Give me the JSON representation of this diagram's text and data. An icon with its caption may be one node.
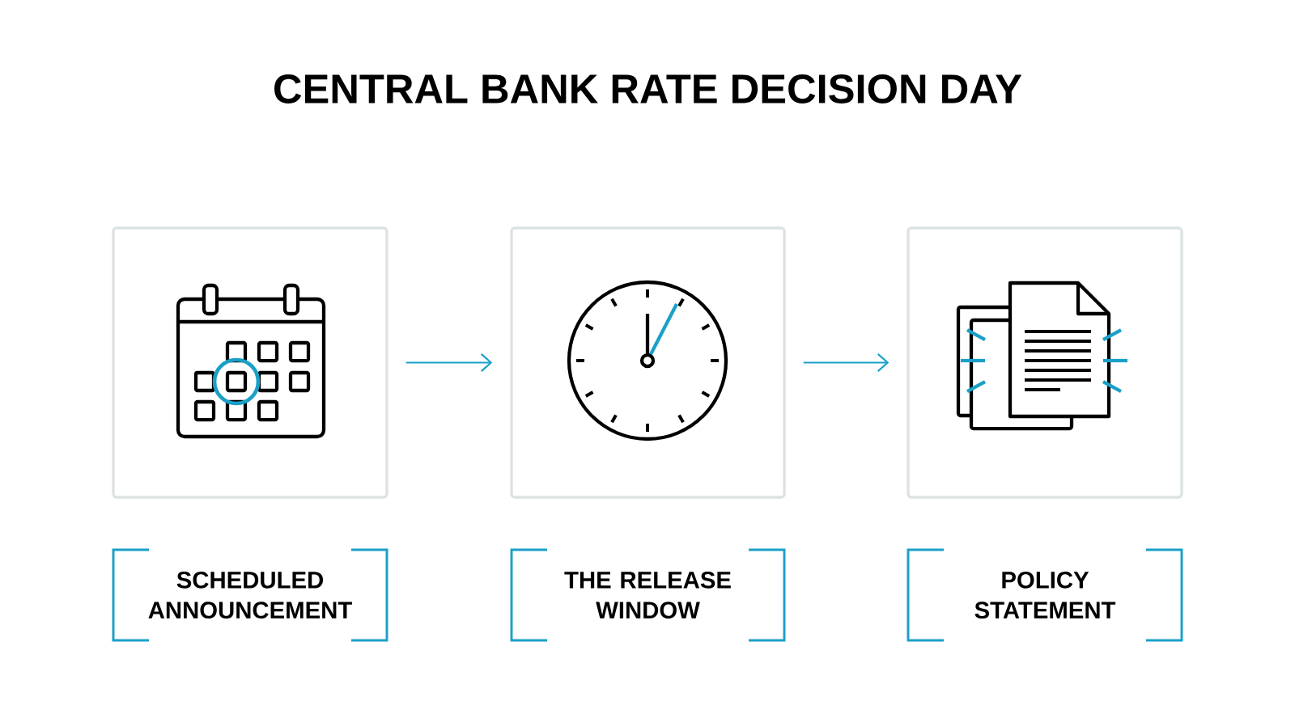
{
  "diagram": {
    "title": "CENTRAL BANK RATE DECISION DAY",
    "nodes": [
      {
        "text": [],
        "shape": "box"
      },
      {
        "text": [],
        "shape": "box"
      },
      {
        "text": [],
        "shape": "box"
      },
      {
        "text": [
          "SCHEDULED ANNOUNCEMENT"
        ]
      },
      {
        "text": [
          "THE RELEASE WINDOW"
        ]
      },
      {
        "text": [
          "POLICY STATEMENT"
        ]
      }
    ],
    "edges": [
      {
        "from": 0,
        "to": 1,
        "arrow": "to"
      },
      {
        "from": 1,
        "to": 2,
        "arrow": "to"
      }
    ]
  }
}
